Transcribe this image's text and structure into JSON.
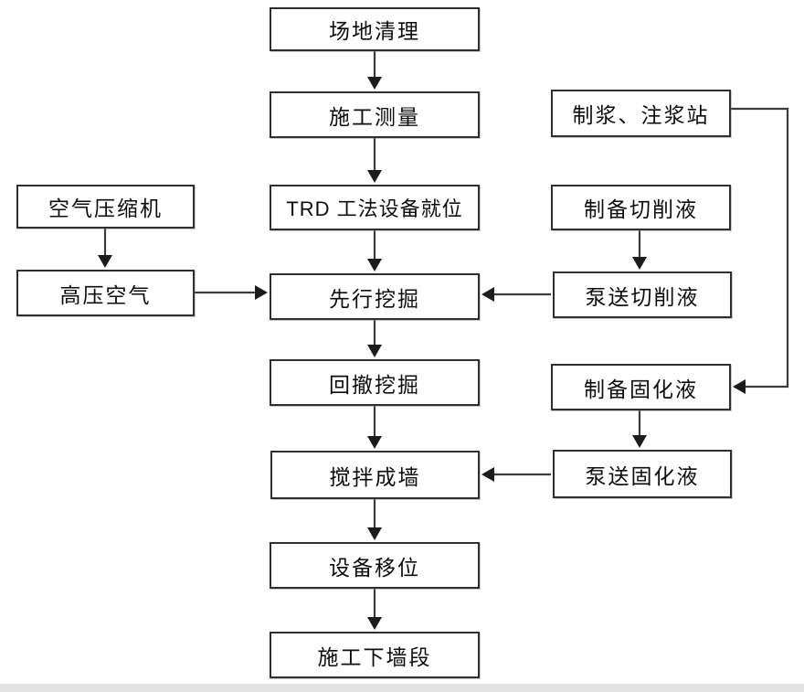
{
  "colors": {
    "background": "#ffffff",
    "box_border": "#2f2f2f",
    "arrow_line": "#3b3b3b",
    "arrow_head": "#1c1c1c",
    "text": "#0d0d0d",
    "bottom_strip": "#e3e3e3"
  },
  "nodes": {
    "site_clearing": {
      "label": "场地清理"
    },
    "survey": {
      "label": "施工测量"
    },
    "trd_setup": {
      "label": "TRD 工法设备就位"
    },
    "advance_excavation": {
      "label": "先行挖掘"
    },
    "retreat_excavation": {
      "label": "回撤挖掘"
    },
    "mixing_wall": {
      "label": "搅拌成墙"
    },
    "equipment_move": {
      "label": "设备移位"
    },
    "next_wall_section": {
      "label": "施工下墙段"
    },
    "air_compressor": {
      "label": "空气压缩机"
    },
    "high_pressure_air": {
      "label": "高压空气"
    },
    "grouting_station": {
      "label": "制浆、注浆站"
    },
    "prepare_cutting_fluid": {
      "label": "制备切削液"
    },
    "pump_cutting_fluid": {
      "label": "泵送切削液"
    },
    "prepare_solidifying_fluid": {
      "label": "制备固化液"
    },
    "pump_solidifying_fluid": {
      "label": "泵送固化液"
    }
  },
  "edges": [
    {
      "from": "site_clearing",
      "to": "survey"
    },
    {
      "from": "survey",
      "to": "trd_setup"
    },
    {
      "from": "trd_setup",
      "to": "advance_excavation"
    },
    {
      "from": "advance_excavation",
      "to": "retreat_excavation"
    },
    {
      "from": "retreat_excavation",
      "to": "mixing_wall"
    },
    {
      "from": "mixing_wall",
      "to": "equipment_move"
    },
    {
      "from": "equipment_move",
      "to": "next_wall_section"
    },
    {
      "from": "air_compressor",
      "to": "high_pressure_air"
    },
    {
      "from": "high_pressure_air",
      "to": "advance_excavation"
    },
    {
      "from": "prepare_cutting_fluid",
      "to": "pump_cutting_fluid"
    },
    {
      "from": "pump_cutting_fluid",
      "to": "advance_excavation"
    },
    {
      "from": "grouting_station",
      "to": "prepare_solidifying_fluid"
    },
    {
      "from": "prepare_solidifying_fluid",
      "to": "pump_solidifying_fluid"
    },
    {
      "from": "pump_solidifying_fluid",
      "to": "mixing_wall"
    }
  ]
}
